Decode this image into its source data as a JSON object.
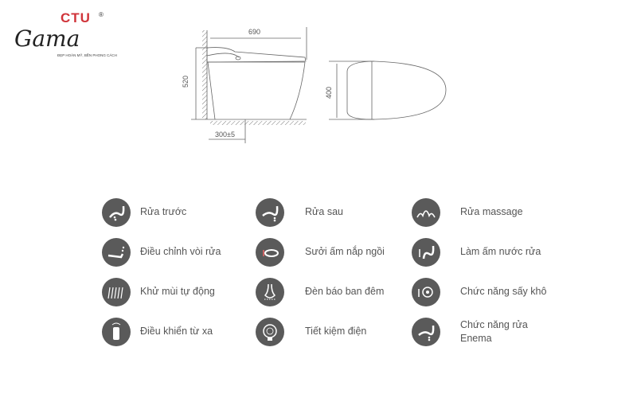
{
  "logo": {
    "script": "Gama",
    "brand": "CTU",
    "registered": "®",
    "tagline": "ĐẸP HOÀN MỸ, BỀN PHONG CÁCH"
  },
  "dimensions": {
    "length": "690",
    "height": "520",
    "rough_in": "300±5",
    "width": "400"
  },
  "features": [
    {
      "label": "Rửa trước",
      "icon": "front-wash-icon"
    },
    {
      "label": "Rửa sau",
      "icon": "rear-wash-icon"
    },
    {
      "label": "Rửa massage",
      "icon": "massage-wash-icon"
    },
    {
      "label": "Điều chỉnh vòi rửa",
      "icon": "nozzle-adjust-icon"
    },
    {
      "label": "Sưởi ấm nắp ngồi",
      "icon": "seat-heating-icon"
    },
    {
      "label": "Làm ấm nước rửa",
      "icon": "water-warming-icon"
    },
    {
      "label": "Khử mùi tự động",
      "icon": "deodorize-icon"
    },
    {
      "label": "Đèn báo ban đêm",
      "icon": "night-light-icon"
    },
    {
      "label": "Chức năng sấy khô",
      "icon": "dryer-icon"
    },
    {
      "label": "Điều khiển từ xa",
      "icon": "remote-control-icon"
    },
    {
      "label": "Tiết kiệm điện",
      "icon": "eco-icon"
    },
    {
      "label": "Chức năng rửa Enema",
      "icon": "enema-wash-icon"
    }
  ],
  "colors": {
    "icon_bg": "#5a5a5a",
    "brand_red": "#d0343a",
    "text": "#555555"
  }
}
